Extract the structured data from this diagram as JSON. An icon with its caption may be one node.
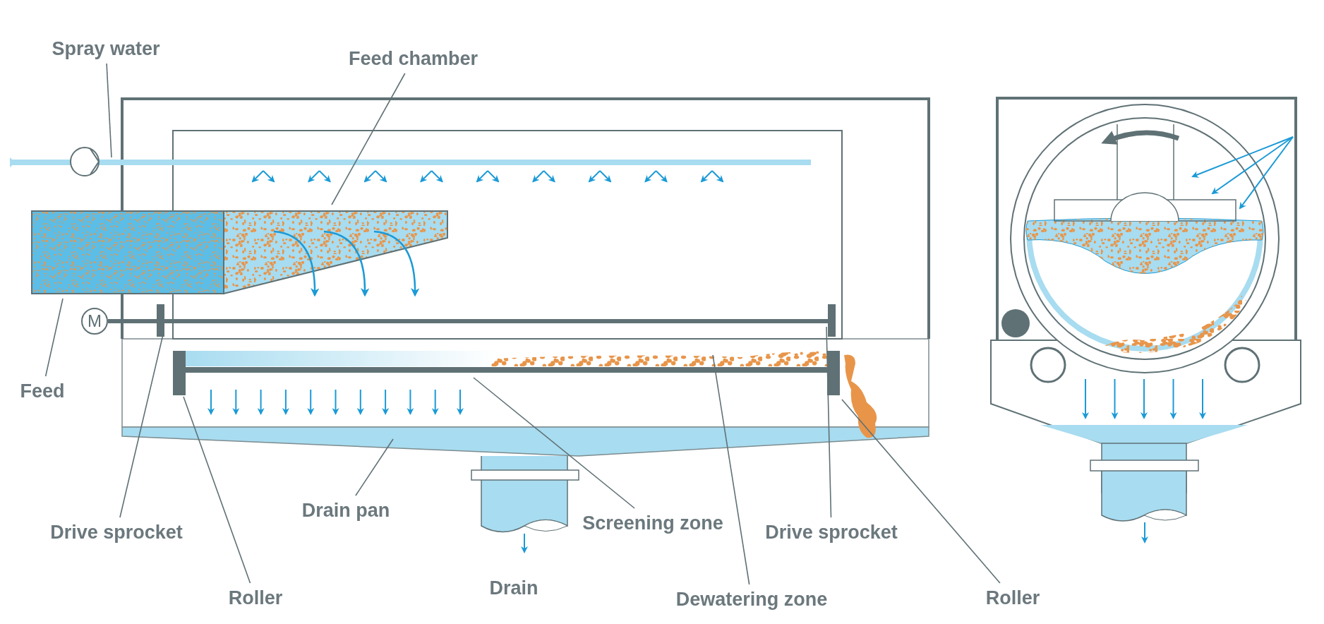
{
  "diagram": {
    "nodes": [
      {
        "text": [
          "Spray water"
        ]
      },
      {
        "text": [
          "Feed chamber"
        ]
      },
      {
        "text": [
          "Feed"
        ]
      },
      {
        "text": [
          "Drive sprocket"
        ]
      },
      {
        "text": [
          "Roller"
        ]
      },
      {
        "text": [
          "Drain pan"
        ]
      },
      {
        "text": [
          "Screening zone"
        ]
      },
      {
        "text": [
          "Drive sprocket"
        ]
      },
      {
        "text": [
          "Dewatering zone"
        ]
      },
      {
        "text": [
          "Roller"
        ]
      }
    ],
    "edges": [
      {
        "from": 0,
        "to": null,
        "arrow": "none"
      },
      {
        "from": 1,
        "to": null,
        "arrow": "none"
      },
      {
        "from": 2,
        "to": null,
        "arrow": "none"
      },
      {
        "from": 3,
        "to": null,
        "arrow": "none"
      },
      {
        "from": 4,
        "to": null,
        "arrow": "none"
      },
      {
        "from": 5,
        "to": null,
        "arrow": "none"
      },
      {
        "from": 6,
        "to": null,
        "arrow": "none"
      },
      {
        "from": 7,
        "to": null,
        "arrow": "none"
      },
      {
        "from": 8,
        "to": null,
        "arrow": "none"
      },
      {
        "from": 9,
        "to": null,
        "arrow": "none"
      }
    ],
    "labels": [
      "M",
      "Drain"
    ]
  }
}
